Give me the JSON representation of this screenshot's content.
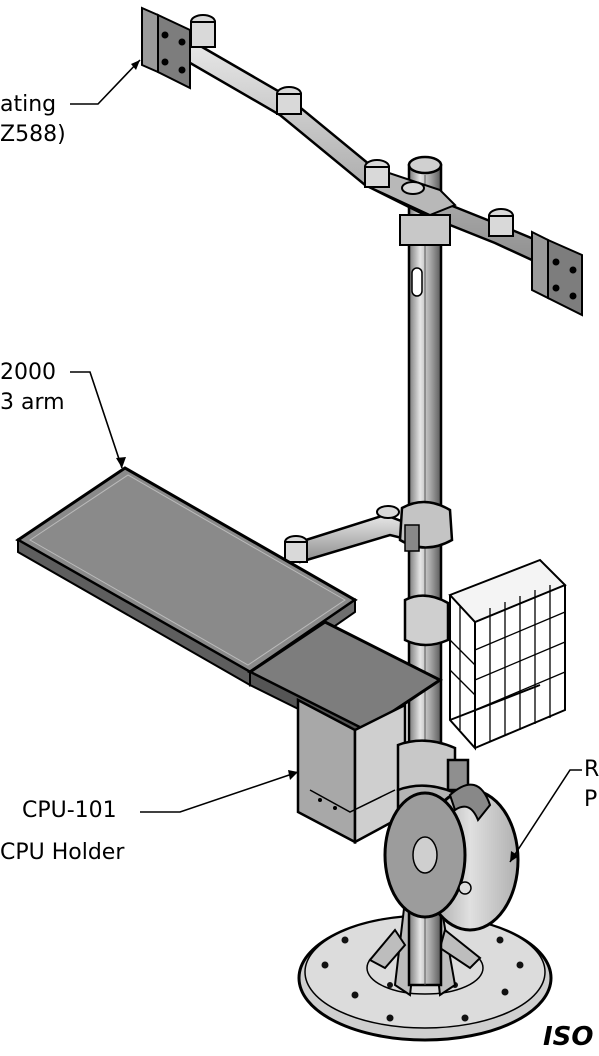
{
  "callouts": {
    "monitor_arm": {
      "line1": "ating",
      "line2": "Z588)"
    },
    "keyboard_tray": {
      "line1": "2000",
      "line2": "3 arm"
    },
    "cpu_holder": {
      "line1": "CPU-101",
      "line2": "CPU Holder"
    },
    "right_part": {
      "line1": "R",
      "line2": "P"
    }
  },
  "view_label": "ISO",
  "colors": {
    "ink": "#000000",
    "metal_light": "#d9d9d9",
    "metal_mid": "#a9a9a9",
    "metal_dark": "#6e6e6e",
    "tray_top": "#8a8a8a",
    "paper": "#ffffff"
  }
}
